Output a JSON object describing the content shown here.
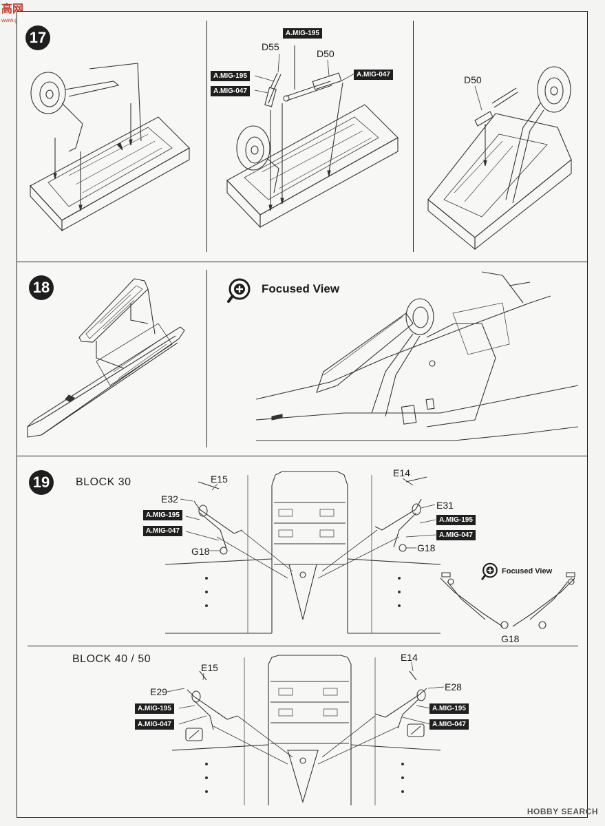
{
  "watermark": {
    "top_brand": "高网",
    "top_url": "www.ggo-shou.com",
    "bottom": "HOBBY SEARCH"
  },
  "steps": {
    "s17": "17",
    "s18": "18",
    "s19": "19"
  },
  "step17": {
    "panel2": {
      "tag1": "A.MIG-195",
      "d55": "D55",
      "tag2": "A.MIG-195",
      "tag3": "A.MIG-047",
      "d50": "D50",
      "tag4": "A.MIG-047"
    },
    "panel3": {
      "d50": "D50"
    }
  },
  "step18": {
    "focused_view": "Focused View"
  },
  "step19": {
    "block30": {
      "label": "BLOCK 30",
      "left": {
        "e15": "E15",
        "e32": "E32",
        "tag1": "A.MIG-195",
        "tag2": "A.MIG-047",
        "g18": "G18"
      },
      "right": {
        "e14": "E14",
        "e31": "E31",
        "tag1": "A.MIG-195",
        "tag2": "A.MIG-047",
        "g18": "G18"
      },
      "inset": {
        "focused_view": "Focused View",
        "g18": "G18"
      }
    },
    "block4050": {
      "label": "BLOCK 40 / 50",
      "left": {
        "e15": "E15",
        "e29": "E29",
        "tag1": "A.MIG-195",
        "tag2": "A.MIG-047"
      },
      "right": {
        "e14": "E14",
        "e28": "E28",
        "tag1": "A.MIG-195",
        "tag2": "A.MIG-047"
      }
    }
  }
}
